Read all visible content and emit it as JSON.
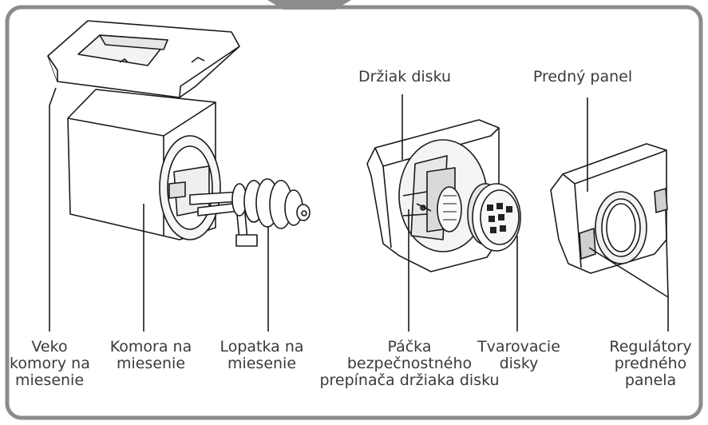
{
  "labels": {
    "lid": [
      "Veko",
      "komory na",
      "miesenie"
    ],
    "chamber": [
      "Komora na",
      "miesenie"
    ],
    "paddle": [
      "Lopatka na",
      "miesenie"
    ],
    "lever": [
      "Páčka",
      "bezpečnostného",
      "prepínača držiaka disku"
    ],
    "discs": [
      "Tvarovacie",
      "disky"
    ],
    "regulators": [
      "Regulátory",
      "predného",
      "panela"
    ],
    "disc_holder": "Držiak disku",
    "front_panel": "Predný panel"
  }
}
